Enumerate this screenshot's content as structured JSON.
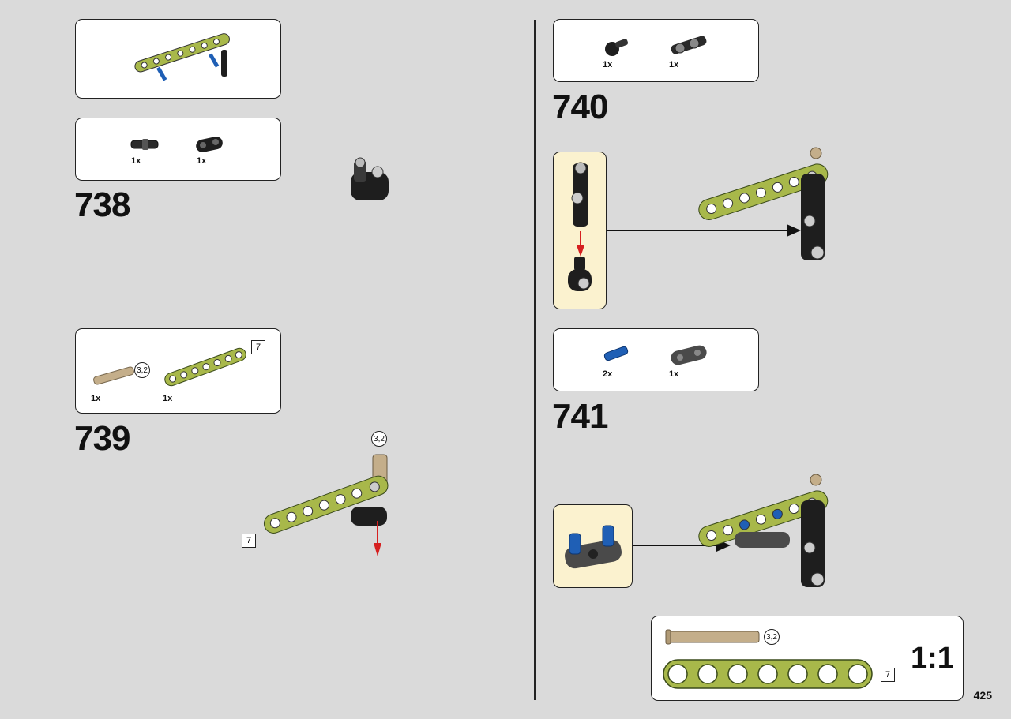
{
  "page": {
    "number": "425"
  },
  "steps": [
    {
      "id": "738",
      "number": "738",
      "parts": [
        {
          "qty": "1x",
          "part": "axle-connector"
        },
        {
          "qty": "1x",
          "part": "beam-2-black"
        }
      ]
    },
    {
      "id": "739",
      "number": "739",
      "parts": [
        {
          "qty": "1x",
          "part": "axle-tan",
          "length": "3,2"
        },
        {
          "qty": "1x",
          "part": "beam-7-lime",
          "length": "7"
        }
      ],
      "callouts": {
        "axle_length": "3,2",
        "beam_length": "7"
      }
    },
    {
      "id": "740",
      "number": "740",
      "parts": [
        {
          "qty": "1x",
          "part": "connector-black"
        },
        {
          "qty": "1x",
          "part": "axle-connector-black"
        }
      ]
    },
    {
      "id": "741",
      "number": "741",
      "parts": [
        {
          "qty": "2x",
          "part": "pin-blue"
        },
        {
          "qty": "1x",
          "part": "beam-2-dark-grey"
        }
      ]
    }
  ],
  "scale_reference": {
    "label": "1:1",
    "axle_length": "3,2",
    "beam_length": "7"
  },
  "colors": {
    "lime": "#a8b84a",
    "black": "#1e1e1e",
    "tan": "#c4ae8a",
    "blue": "#1f5fb5",
    "red_arrow": "#d62020",
    "subassembly_bg": "#fbf2cf"
  }
}
